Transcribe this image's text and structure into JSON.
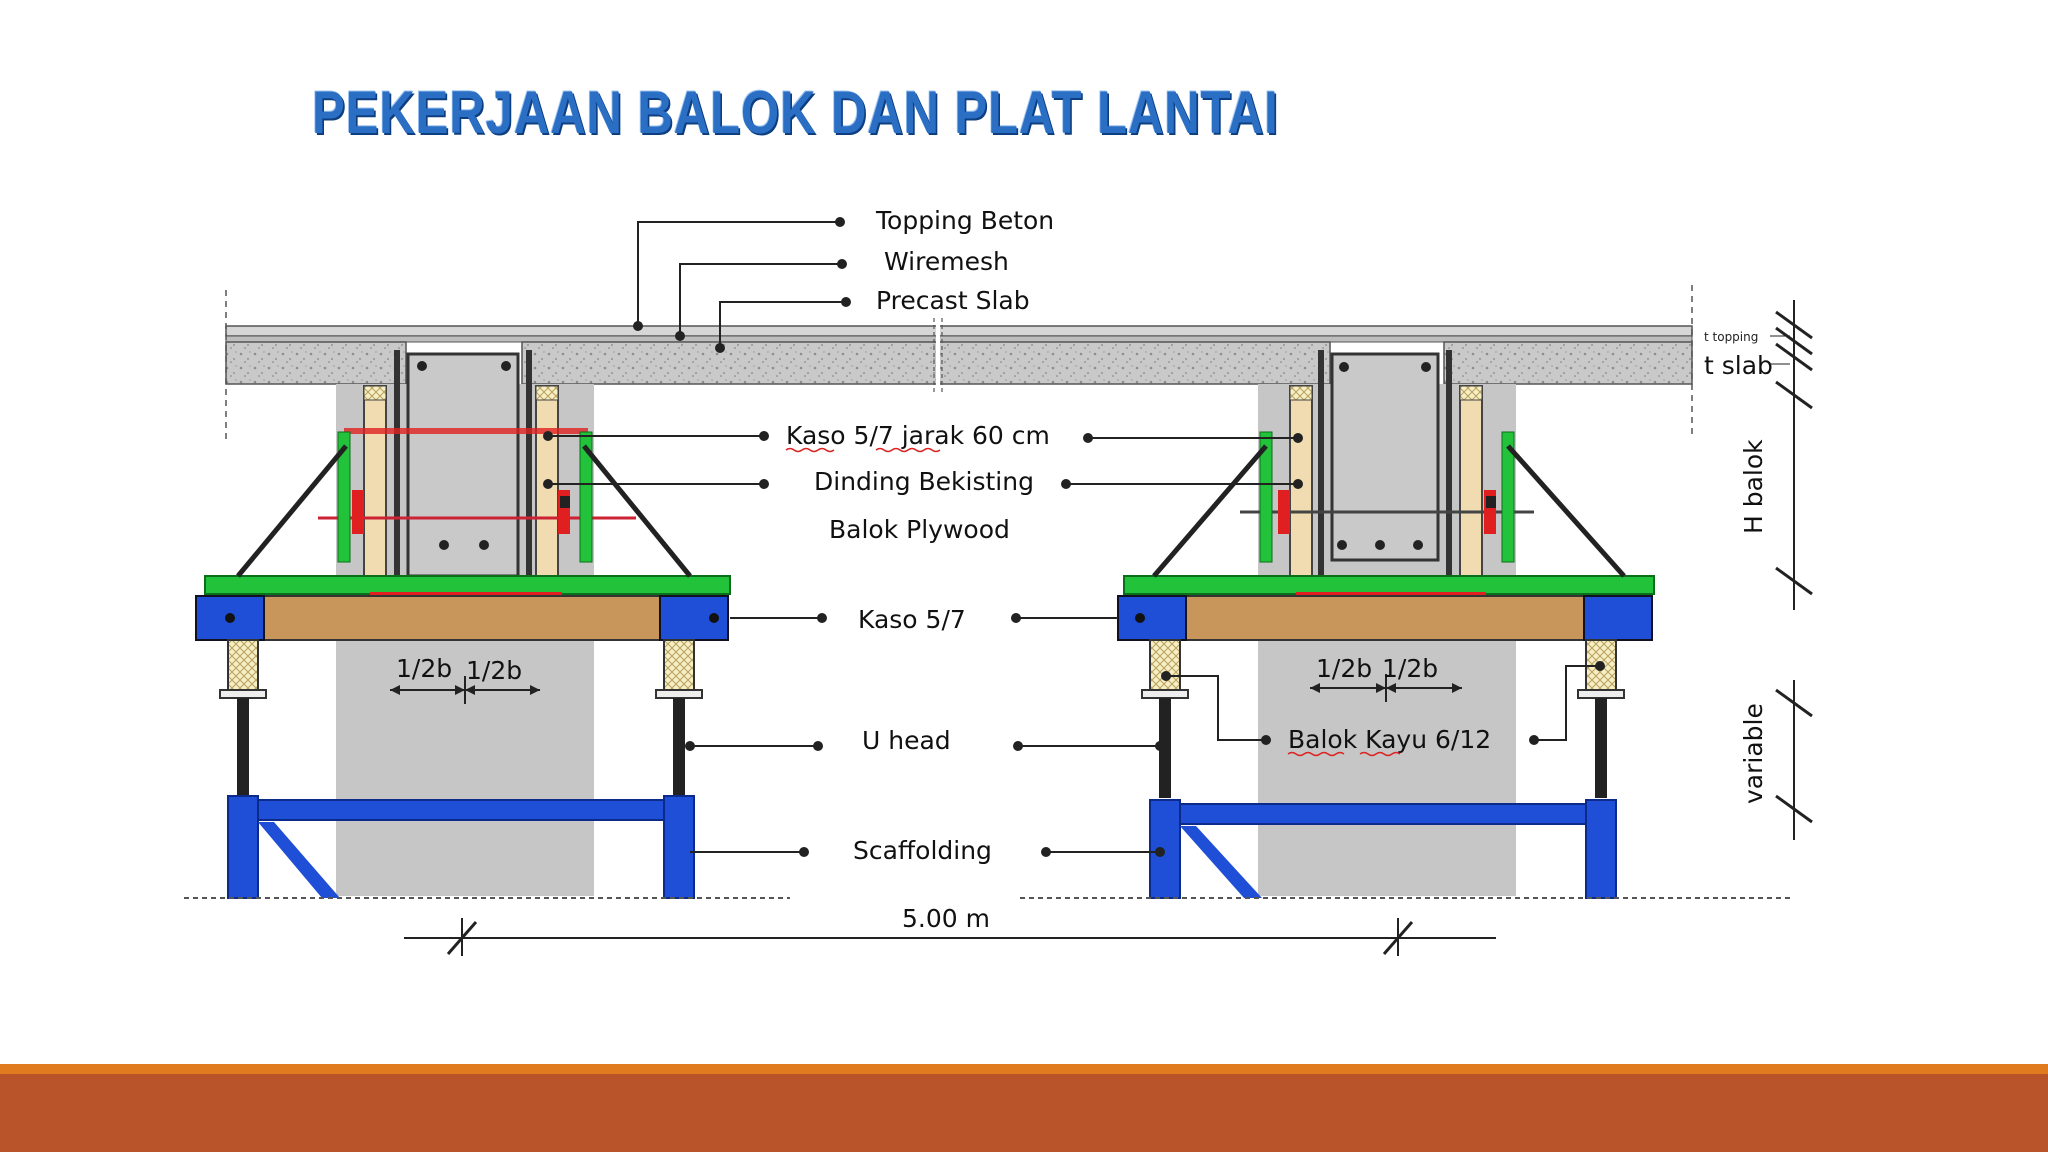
{
  "title": "PEKERJAAN BALOK DAN PLAT LANTAI",
  "labels": {
    "topping_beton": "Topping Beton",
    "wiremesh": "Wiremesh",
    "precast_slab": "Precast Slab",
    "kaso_jarak": "Kaso 5/7 jarak 60 cm",
    "dinding_bekisting": "Dinding Bekisting",
    "balok_plywood": "Balok Plywood",
    "kaso": "Kaso 5/7",
    "u_head": "U head",
    "scaffolding": "Scaffolding",
    "balok_kayu": "Balok Kayu 6/12",
    "half_b": "1/2b",
    "span": "5.00 m"
  },
  "dimensions": {
    "t_topping": "t topping",
    "t_slab": "t slab",
    "h_balok": "H balok",
    "variable": "variable"
  },
  "colors": {
    "title": "#2b6fc5",
    "scaffold": "#1f4fd6",
    "brace": "#22c23a",
    "timber": "#c8955a",
    "plywood": "#f0dcb0",
    "concrete": "#c8c8c8",
    "formwork_red": "#e02020",
    "bar_orange": "#e07b1f",
    "bar_rust": "#b9532a"
  }
}
